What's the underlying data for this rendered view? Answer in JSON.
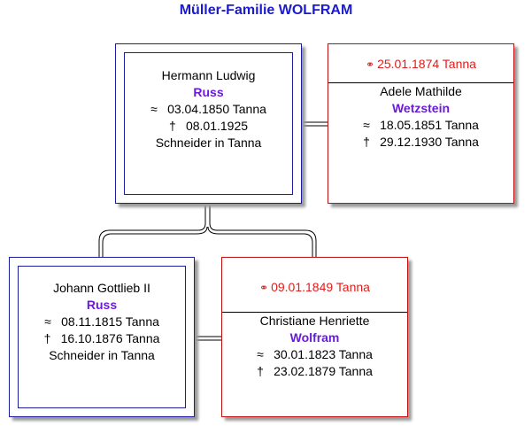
{
  "title": "Müller-Familie WOLFRAM",
  "father": {
    "given": "Hermann Ludwig",
    "surname": "Russ",
    "birth_symbol": "≈",
    "birth": "03.04.1850 Tanna",
    "death_symbol": "†",
    "death": "08.01.1925",
    "occupation": "Schneider in Tanna"
  },
  "father_spouse": {
    "marriage_symbol": "⚭",
    "marriage": "25.01.1874 Tanna",
    "given": "Adele Mathilde",
    "surname": "Wetzstein",
    "birth_symbol": "≈",
    "birth": "18.05.1851 Tanna",
    "death_symbol": "†",
    "death": "29.12.1930 Tanna"
  },
  "child": {
    "given": "Johann Gottlieb II",
    "surname": "Russ",
    "birth_symbol": "≈",
    "birth": "08.11.1815 Tanna",
    "death_symbol": "†",
    "death": "16.10.1876 Tanna",
    "occupation": "Schneider in Tanna"
  },
  "child_spouse": {
    "marriage_symbol": "⚭",
    "marriage": "09.01.1849 Tanna",
    "given": "Christiane Henriette",
    "surname": "Wolfram",
    "birth_symbol": "≈",
    "birth": "30.01.1823 Tanna",
    "death_symbol": "†",
    "death": "23.02.1879 Tanna"
  }
}
